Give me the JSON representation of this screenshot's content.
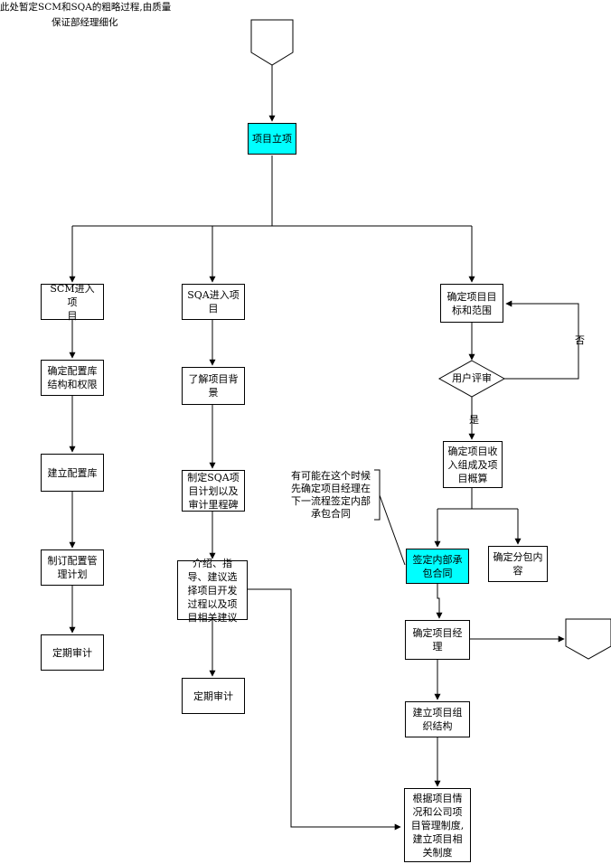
{
  "header_note": {
    "line1": "此处暂定SCM和SQA的粗略过程,由质量",
    "line2": "保证部经理细化"
  },
  "nodes": {
    "project_start": "项目立项",
    "scm_enter": "SCM进入项\n目",
    "scm_define": "确定配置库\n结构和权限",
    "scm_build": "建立配置库",
    "scm_plan": "制订配置管\n理计划",
    "scm_audit": "定期审计",
    "sqa_enter": "SQA进入项\n目",
    "sqa_background": "了解项目背\n景",
    "sqa_plan": "制定SQA项\n目计划以及\n审计里程碑",
    "sqa_intro": "介绍、指\n导、建议选\n择项目开发\n过程以及项\n目相关建议",
    "sqa_audit": "定期审计",
    "goal_scope": "确定项目目\n标和范围",
    "user_review": "用户评审",
    "income_budget": "确定项目收\n入组成及项\n目概算",
    "sign_contract": "签定内部承\n包合同",
    "subcontract": "确定分包内\n容",
    "assign_pm": "确定项目经\n理",
    "org_structure": "建立项目组\n织结构",
    "mgmt_rules": "根据项目情\n况和公司项\n目管理制度,\n建立项目相\n关制度"
  },
  "labels": {
    "no": "否",
    "yes": "是",
    "callout": "有可能在这个时候\n先确定项目经理在\n下一流程签定内部\n承包合同"
  },
  "colors": {
    "highlight": "#00ffff",
    "line": "#000000"
  }
}
